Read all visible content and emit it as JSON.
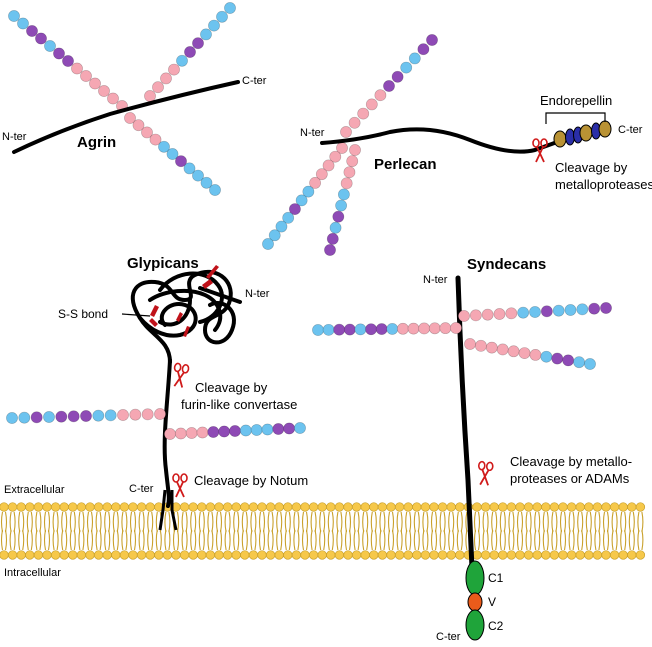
{
  "colors": {
    "gag_pink": "#f5a7b3",
    "gag_blue": "#6cc3ef",
    "gag_purple": "#8e4ab5",
    "core": "#000000",
    "ss_bond": "#c0121a",
    "scissors": "#d01a1a",
    "membrane_head": "#f6c84a",
    "membrane_tail": "#c9a12c",
    "endorepellin_gold": "#b99234",
    "endorepellin_blue": "#2a2ea8",
    "domain_green": "#1fa43a",
    "domain_orange": "#ea5b1b"
  },
  "agrin": {
    "title": "Agrin",
    "n_ter": "N-ter",
    "c_ter": "C-ter"
  },
  "perlecan": {
    "title": "Perlecan",
    "n_ter": "N-ter",
    "c_ter": "C-ter",
    "endorepellin": "Endorepellin",
    "cleavage_line1": "Cleavage by",
    "cleavage_line2": "metalloproteases"
  },
  "glypicans": {
    "title": "Glypicans",
    "n_ter": "N-ter",
    "c_ter": "C-ter",
    "ss_bond": "S-S bond",
    "furin_line1": "Cleavage by",
    "furin_line2": "furin-like convertase",
    "notum": "Cleavage by Notum"
  },
  "syndecans": {
    "title": "Syndecans",
    "n_ter": "N-ter",
    "c_ter": "C-ter",
    "cleavage_line1": "Cleavage by metallo-",
    "cleavage_line2": "proteases or ADAMs",
    "domains": [
      "C1",
      "V",
      "C2"
    ]
  },
  "membrane": {
    "extracellular": "Extracellular",
    "intracellular": "Intracellular"
  }
}
